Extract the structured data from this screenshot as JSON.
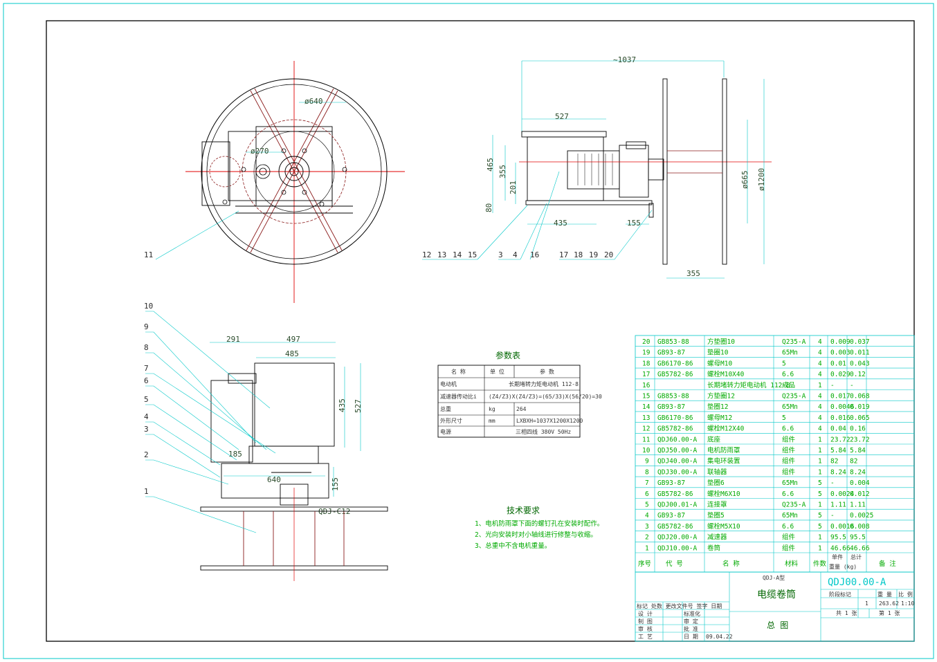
{
  "colors": {
    "frame": "#00c8c8",
    "outline": "#000000",
    "center": "#e00000",
    "dim": "#00c8c8",
    "text_green": "#00aa00",
    "struct": "#8a1a1a"
  },
  "dims": {
    "front": {
      "outer_dia": "ø640",
      "hub_dia": "ø270"
    },
    "side": {
      "overall": "~1037",
      "width_top": "527",
      "h465": "465",
      "h355": "355",
      "h201": "201",
      "h80": "80",
      "b435": "435",
      "b155": "155",
      "d665": "ø665",
      "d1200": "ø1200",
      "b355": "355"
    },
    "top": {
      "d291": "291",
      "d497": "497",
      "d485": "485",
      "d527": "527",
      "d435": "435",
      "d185": "185",
      "d640": "640",
      "d155": "155",
      "note": "QDJ-C12"
    }
  },
  "front_callouts": [
    "11"
  ],
  "side_callouts": [
    "12",
    "13",
    "14",
    "15",
    "3",
    "4",
    "16",
    "17",
    "18",
    "19",
    "20"
  ],
  "top_callouts": [
    "10",
    "9",
    "8",
    "7",
    "6",
    "5",
    "4",
    "3",
    "2",
    "1"
  ],
  "param_table": {
    "title": "参数表",
    "headers": [
      "名 称",
      "单 位",
      "参 数"
    ],
    "rows": [
      {
        "name": "电动机",
        "unit": "",
        "value": "长期堵转力矩电动机 112-8"
      },
      {
        "name": "减速器传动比",
        "unit": "i",
        "value": "(Z4/Z3)X(Z4/Z3)=(65/33)X(56/20)=30"
      },
      {
        "name": "总重",
        "unit": "kg",
        "value": "264"
      },
      {
        "name": "外形尺寸",
        "unit": "mm",
        "value": "LXBXH=1037X1200X1200"
      },
      {
        "name": "电源",
        "unit": "",
        "value": "三相四线 380V 50Hz"
      }
    ]
  },
  "tech_req": {
    "title": "技术要求",
    "items": [
      "1、电机防雨罩下面的螺钉孔在安装时配作。",
      "2、光向安装时对小轴线进行修整与收缩。",
      "3、总重中不含电机重量。"
    ]
  },
  "bom": {
    "rows": [
      [
        "20",
        "GB853-88",
        "方垫圈10",
        "Q235-A",
        "4",
        "0.009",
        "0.037"
      ],
      [
        "19",
        "GB93-87",
        "垫圈10",
        "65Mn",
        "4",
        "0.003",
        "0.011"
      ],
      [
        "18",
        "GB6170-86",
        "螺母M10",
        "5",
        "4",
        "0.01",
        "0.043"
      ],
      [
        "17",
        "GB5782-86",
        "螺栓M10X40",
        "6.6",
        "4",
        "0.029",
        "0.12"
      ],
      [
        "16",
        "",
        "长期堵转力矩电动机 112-8",
        "成品",
        "1",
        "-",
        "-"
      ],
      [
        "15",
        "GB853-88",
        "方垫圈12",
        "Q235-A",
        "4",
        "0.017",
        "0.068"
      ],
      [
        "14",
        "GB93-87",
        "垫圈12",
        "65Mn",
        "4",
        "0.0046",
        "0.019"
      ],
      [
        "13",
        "GB6170-86",
        "螺母M12",
        "5",
        "4",
        "0.016",
        "0.065"
      ],
      [
        "12",
        "GB5782-86",
        "螺栓M12X40",
        "6.6",
        "4",
        "0.04",
        "0.16"
      ],
      [
        "11",
        "QDJ60.00-A",
        "底座",
        "组件",
        "1",
        "23.72",
        "23.72"
      ],
      [
        "10",
        "QDJ50.00-A",
        "电机防雨罩",
        "组件",
        "1",
        "5.84",
        "5.84"
      ],
      [
        "9",
        "QDJ40.00-A",
        "集电环装置",
        "组件",
        "1",
        "82",
        "82"
      ],
      [
        "8",
        "QDJ30.00-A",
        "联轴器",
        "组件",
        "1",
        "8.24",
        "8.24"
      ],
      [
        "7",
        "GB93-87",
        "垫圈6",
        "65Mn",
        "5",
        "-",
        "0.004"
      ],
      [
        "6",
        "GB5782-86",
        "螺栓M6X10",
        "6.6",
        "5",
        "0.0024",
        "0.012"
      ],
      [
        "5",
        "QDJ00.01-A",
        "连接罩",
        "Q235-A",
        "1",
        "1.11",
        "1.11"
      ],
      [
        "4",
        "GB93-87",
        "垫圈5",
        "65Mn",
        "5",
        "-",
        "0.0025"
      ],
      [
        "3",
        "GB5782-86",
        "螺栓M5X10",
        "6.6",
        "5",
        "0.0016",
        "0.008"
      ],
      [
        "2",
        "QDJ20.00-A",
        "减速器",
        "组件",
        "1",
        "95.5",
        "95.5"
      ],
      [
        "1",
        "QDJ10.00-A",
        "卷筒",
        "组件",
        "1",
        "46.66",
        "46.66"
      ]
    ],
    "header": {
      "no": "序号",
      "code": "代 号",
      "name": "名 称",
      "material": "材料",
      "qty": "件数",
      "single": "单件",
      "total": "总计",
      "weight": "重量 (kg)",
      "remark": "备 注"
    }
  },
  "title_block": {
    "company": "QDJ-A型",
    "name": "电缆卷筒",
    "drawing": "总 图",
    "code": "QDJ00.00-A",
    "weight": "263.62",
    "scale": "1:10",
    "qty": "1",
    "sheet": "共 1 张",
    "page": "第 1 张",
    "date": "09.04.22",
    "stage_header": "阶段标记",
    "weight_header": "重 量",
    "scale_header": "比 例",
    "sign_rows": [
      "标记 处数 更改文件号 签字 日期",
      "设 计",
      "制 图",
      "审 核",
      "工 艺"
    ],
    "sign_right": [
      "标准化",
      "审 定",
      "批 准",
      "日 期"
    ]
  }
}
